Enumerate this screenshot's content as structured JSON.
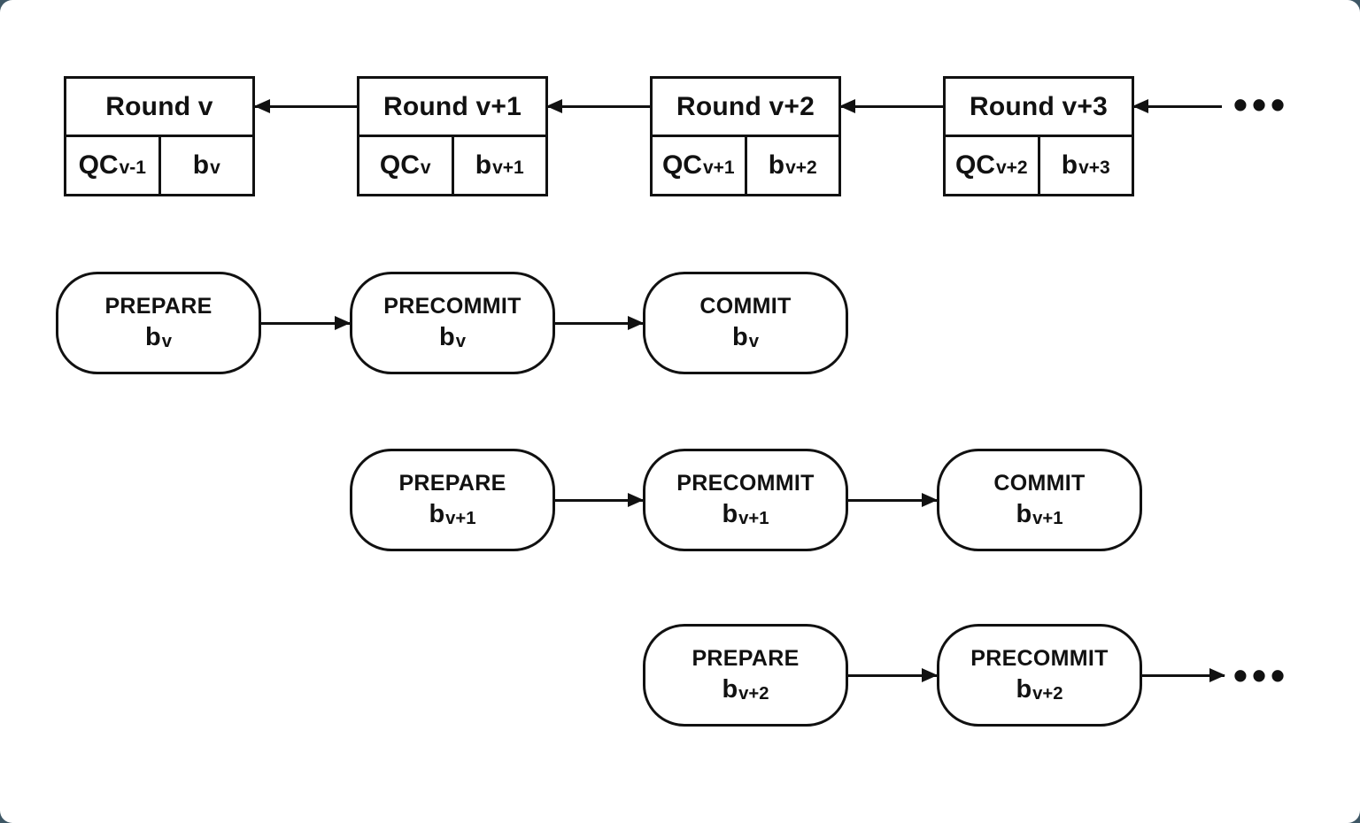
{
  "palette": {
    "ink": "#111111",
    "canvas_bg": "#ffffff",
    "outer_bg": "#3e5765"
  },
  "chain": {
    "blocks": [
      {
        "title": "Round v",
        "qc_base": "QC",
        "qc_sub": "v-1",
        "b_base": "b",
        "b_sub": "v"
      },
      {
        "title": "Round v+1",
        "qc_base": "QC",
        "qc_sub": "v",
        "b_base": "b",
        "b_sub": "v+1"
      },
      {
        "title": "Round v+2",
        "qc_base": "QC",
        "qc_sub": "v+1",
        "b_base": "b",
        "b_sub": "v+2"
      },
      {
        "title": "Round v+3",
        "qc_base": "QC",
        "qc_sub": "v+2",
        "b_base": "b",
        "b_sub": "v+3"
      }
    ],
    "ellipsis": "•••"
  },
  "phases": {
    "nodes": [
      {
        "label": "PREPARE",
        "b_base": "b",
        "b_sub": "v"
      },
      {
        "label": "PRECOMMIT",
        "b_base": "b",
        "b_sub": "v"
      },
      {
        "label": "COMMIT",
        "b_base": "b",
        "b_sub": "v"
      },
      {
        "label": "PREPARE",
        "b_base": "b",
        "b_sub": "v+1"
      },
      {
        "label": "PRECOMMIT",
        "b_base": "b",
        "b_sub": "v+1"
      },
      {
        "label": "COMMIT",
        "b_base": "b",
        "b_sub": "v+1"
      },
      {
        "label": "PREPARE",
        "b_base": "b",
        "b_sub": "v+2"
      },
      {
        "label": "PRECOMMIT",
        "b_base": "b",
        "b_sub": "v+2"
      }
    ],
    "ellipsis": "•••"
  }
}
